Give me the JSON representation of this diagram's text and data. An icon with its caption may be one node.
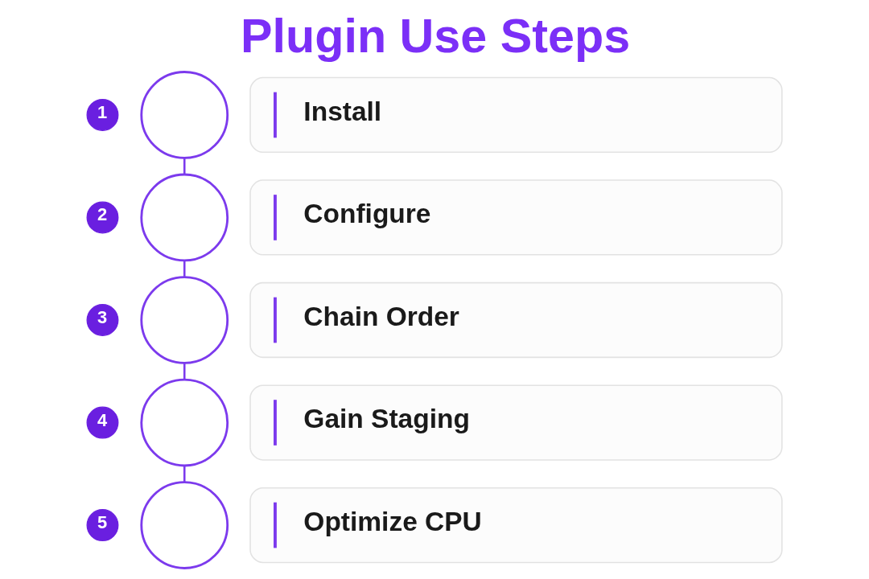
{
  "diagram": {
    "title": "Plugin Use Steps",
    "nodes": [
      {
        "text": [
          "1"
        ]
      },
      {
        "text": [],
        "shape": "circle"
      },
      {
        "text": [
          "Install"
        ]
      },
      {
        "text": [
          "2"
        ]
      },
      {
        "text": [],
        "shape": "circle"
      },
      {
        "text": [
          "Configure"
        ]
      },
      {
        "text": [
          "3"
        ]
      },
      {
        "text": [],
        "shape": "circle"
      },
      {
        "text": [
          "Chain Order"
        ]
      },
      {
        "text": [
          "4"
        ]
      },
      {
        "text": [],
        "shape": "circle"
      },
      {
        "text": [
          "Gain Staging"
        ]
      },
      {
        "text": [
          "5"
        ]
      },
      {
        "text": [],
        "shape": "circle"
      },
      {
        "text": [
          "Optimize CPU"
        ]
      }
    ],
    "edges": [
      {
        "from": 1,
        "to": 4,
        "arrow": "none"
      },
      {
        "from": 4,
        "to": 7,
        "arrow": "none"
      },
      {
        "from": 7,
        "to": 10,
        "arrow": "none"
      },
      {
        "from": 10,
        "to": 13,
        "arrow": "none"
      }
    ]
  }
}
